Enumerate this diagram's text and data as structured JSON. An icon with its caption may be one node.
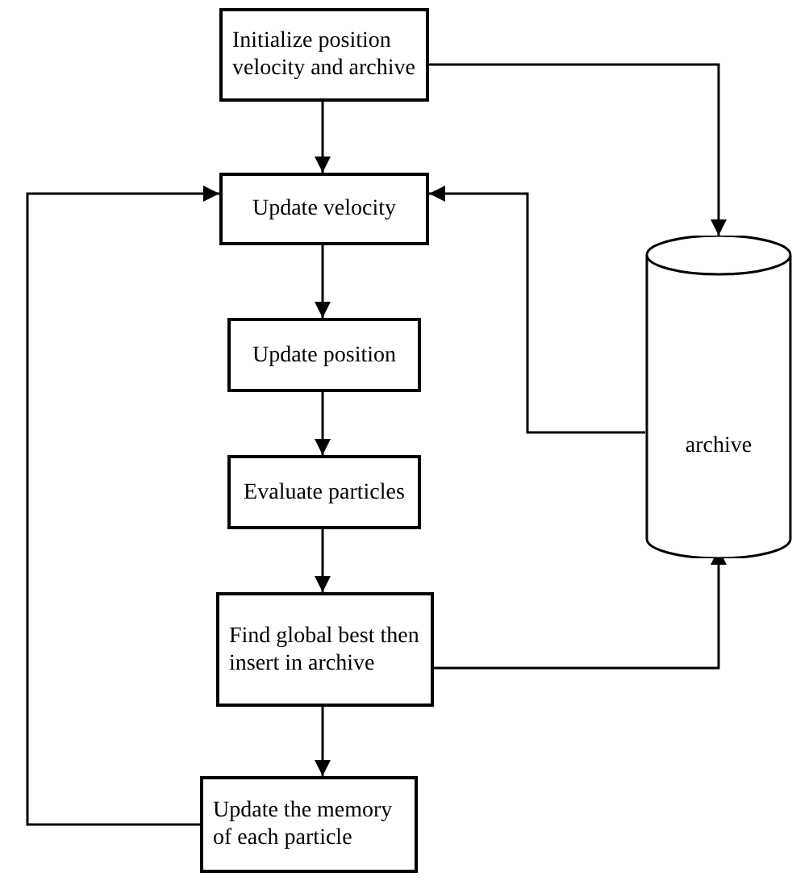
{
  "diagram": {
    "nodes": [
      {
        "text": [
          "Initialize position velocity and archive"
        ]
      },
      {
        "text": [
          "Update velocity"
        ]
      },
      {
        "text": [
          "Update position"
        ]
      },
      {
        "text": [
          "Evaluate particles"
        ]
      },
      {
        "text": [
          "Find global best then insert in archive"
        ]
      },
      {
        "text": [
          "Update the memory of each particle"
        ]
      },
      {
        "text": [
          "archive"
        ]
      }
    ],
    "edges": [
      {
        "from": 0,
        "to": 1,
        "arrow": "to"
      },
      {
        "from": 1,
        "to": 2,
        "arrow": "to"
      },
      {
        "from": 2,
        "to": 3,
        "arrow": "to"
      },
      {
        "from": 3,
        "to": 4,
        "arrow": "to"
      },
      {
        "from": 4,
        "to": 5,
        "arrow": "to"
      },
      {
        "from": 0,
        "to": 6,
        "arrow": "to"
      },
      {
        "from": 6,
        "to": 1,
        "arrow": "to"
      },
      {
        "from": 4,
        "to": 6,
        "arrow": "to"
      },
      {
        "from": 5,
        "to": 1,
        "arrow": "to"
      }
    ]
  }
}
